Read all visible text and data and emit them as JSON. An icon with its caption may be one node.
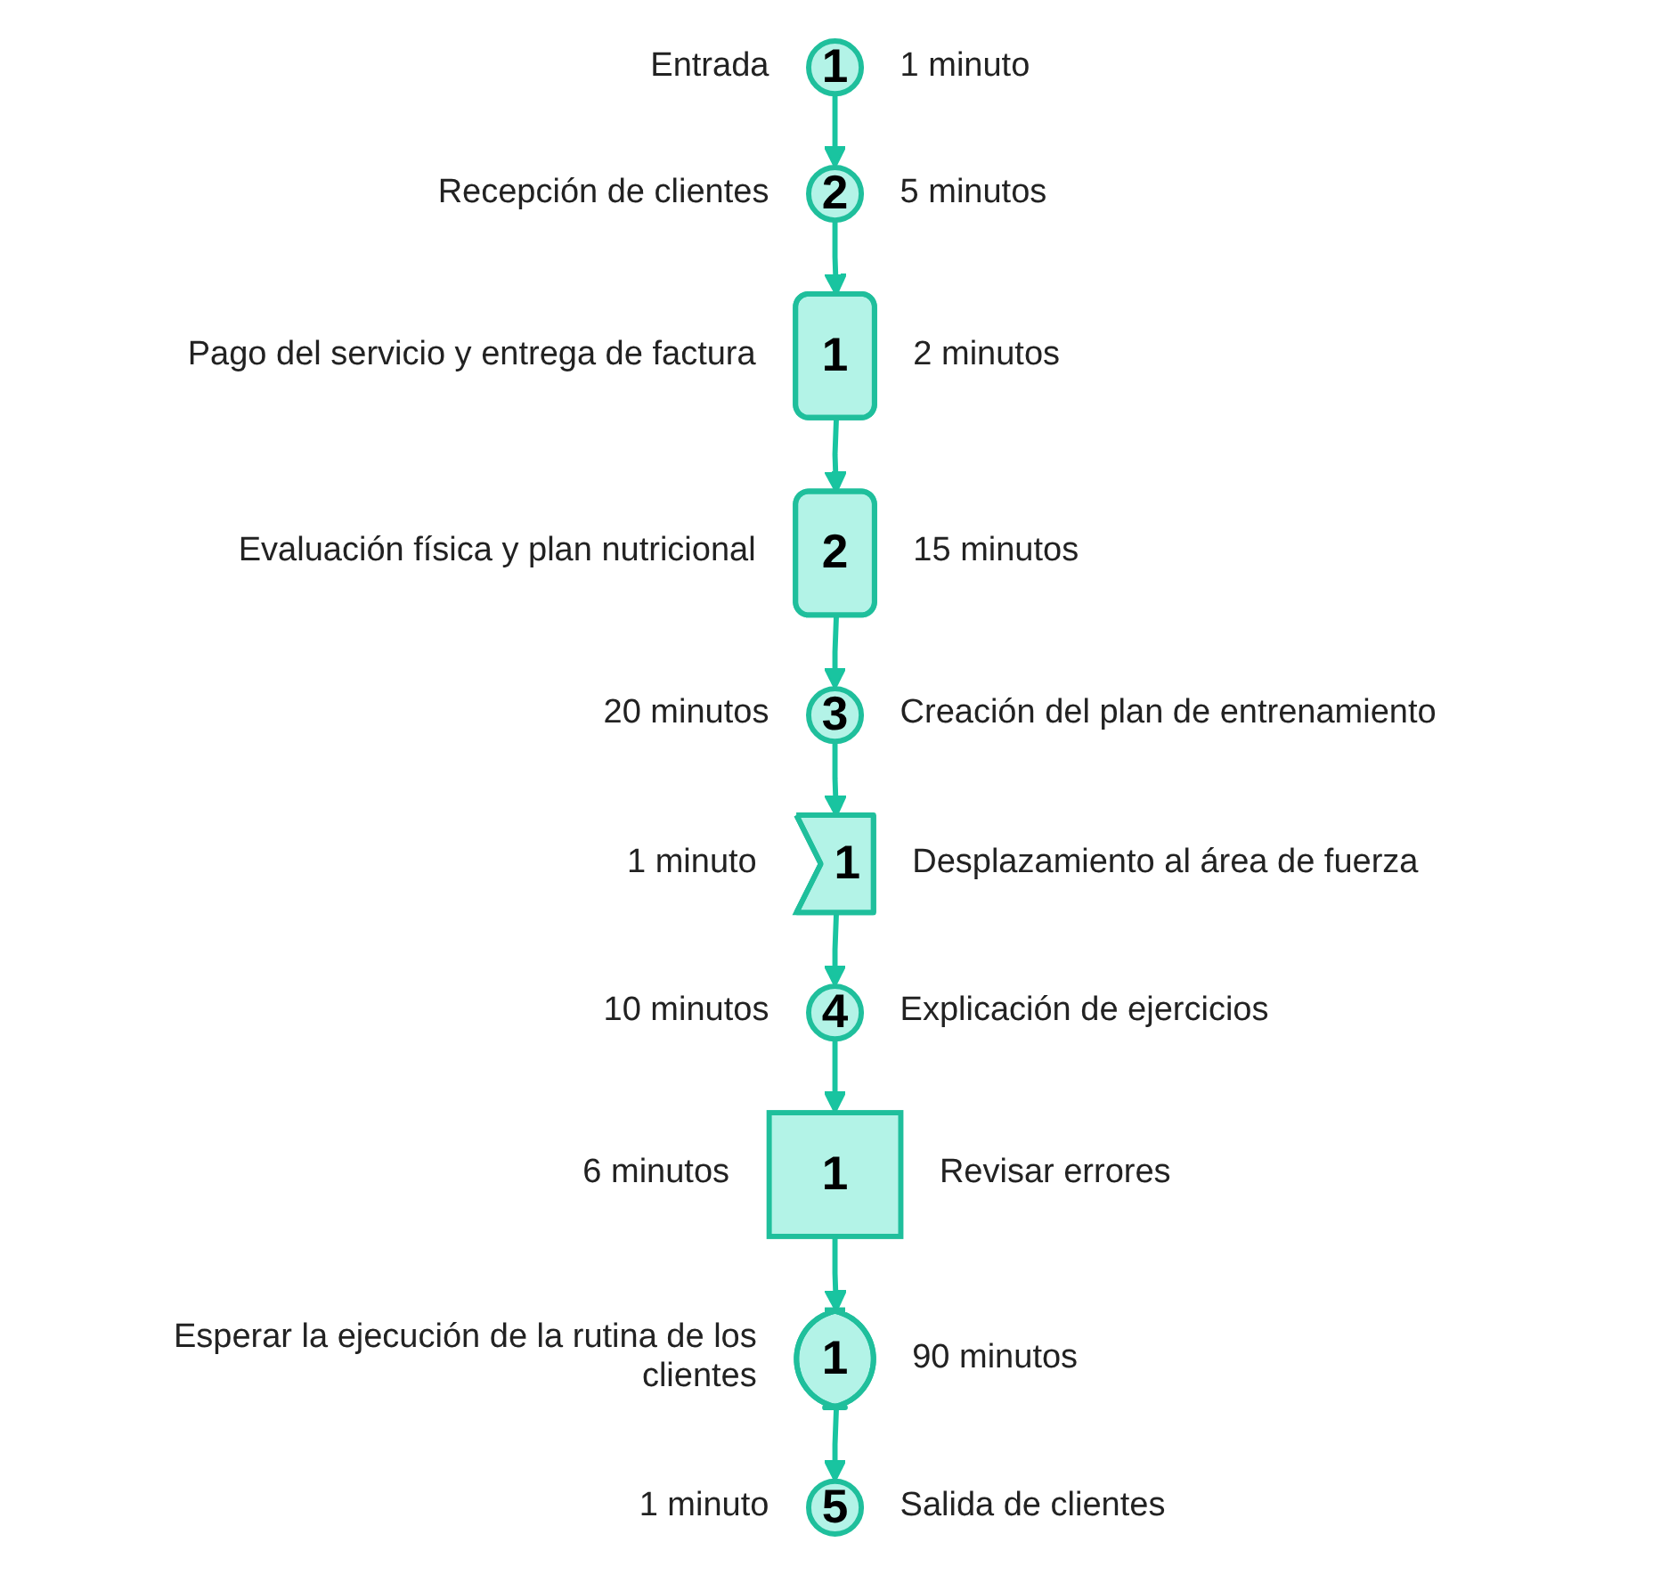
{
  "diagram": {
    "nodes": [
      {
        "text": [
          "1"
        ],
        "beside": [
          "Entrada",
          "1 minuto"
        ]
      },
      {
        "text": [
          "2"
        ],
        "beside": [
          "Recepción de clientes",
          "5 minutos"
        ]
      },
      {
        "text": [
          "1"
        ],
        "beside": [
          "Pago del servicio y entrega de factura",
          "2 minutos"
        ]
      },
      {
        "text": [
          "2"
        ],
        "beside": [
          "Evaluación física y plan nutricional",
          "15 minutos"
        ]
      },
      {
        "text": [
          "3"
        ],
        "beside": [
          "20 minutos",
          "Creación del plan de entrenamiento"
        ]
      },
      {
        "text": [
          "1"
        ],
        "beside": [
          "1 minuto",
          "Desplazamiento al área de fuerza"
        ]
      },
      {
        "text": [
          "4"
        ],
        "beside": [
          "10 minutos",
          "Explicación de ejercicios"
        ]
      },
      {
        "text": [
          "1"
        ],
        "beside": [
          "6 minutos",
          "Revisar errores"
        ]
      },
      {
        "text": [
          "1"
        ],
        "beside": [
          "Esperar la ejecución de la rutina de los clientes",
          "90 minutos"
        ]
      },
      {
        "text": [
          "5"
        ],
        "beside": [
          "1 minuto",
          "Salida de clientes"
        ]
      }
    ],
    "edges": [
      {
        "from": 0,
        "to": 1,
        "arrow": "to"
      },
      {
        "from": 1,
        "to": 2,
        "arrow": "to"
      },
      {
        "from": 2,
        "to": 3,
        "arrow": "to"
      },
      {
        "from": 3,
        "to": 4,
        "arrow": "to"
      },
      {
        "from": 4,
        "to": 5,
        "arrow": "to"
      },
      {
        "from": 5,
        "to": 6,
        "arrow": "to"
      },
      {
        "from": 6,
        "to": 7,
        "arrow": "to"
      },
      {
        "from": 7,
        "to": 8,
        "arrow": "to"
      },
      {
        "from": 8,
        "to": 9,
        "arrow": "to"
      }
    ]
  }
}
